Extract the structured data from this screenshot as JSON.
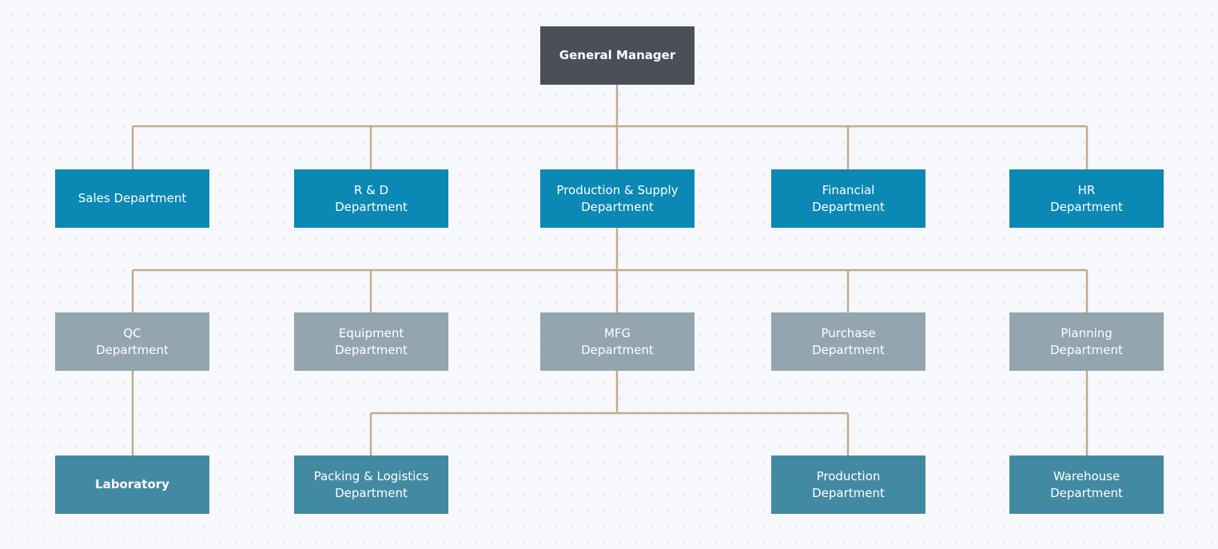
{
  "diagram": {
    "connector_color": "#c2ab8f",
    "colors": {
      "general_manager": "#4a4f58",
      "level1": "#0b88b4",
      "level2": "#93a5ae",
      "level3": "#428aa1"
    },
    "general_manager": {
      "line1": "General Manager"
    },
    "departments": {
      "sales": {
        "line1": "Sales Department"
      },
      "rnd": {
        "line1": "R & D",
        "line2": "Department"
      },
      "production_supply": {
        "line1": "Production & Supply",
        "line2": "Department"
      },
      "financial": {
        "line1": "Financial",
        "line2": "Department"
      },
      "hr": {
        "line1": "HR",
        "line2": "Department"
      }
    },
    "sub_departments": {
      "qc": {
        "line1": "QC",
        "line2": "Department"
      },
      "equipment": {
        "line1": "Equipment",
        "line2": "Department"
      },
      "mfg": {
        "line1": "MFG",
        "line2": "Department"
      },
      "purchase": {
        "line1": "Purchase",
        "line2": "Department"
      },
      "planning": {
        "line1": "Planning",
        "line2": "Department"
      }
    },
    "units": {
      "laboratory": {
        "line1": "Laboratory"
      },
      "packing_logistics": {
        "line1": "Packing & Logistics",
        "line2": "Department"
      },
      "production": {
        "line1": "Production",
        "line2": "Department"
      },
      "warehouse": {
        "line1": "Warehouse",
        "line2": "Department"
      }
    }
  }
}
